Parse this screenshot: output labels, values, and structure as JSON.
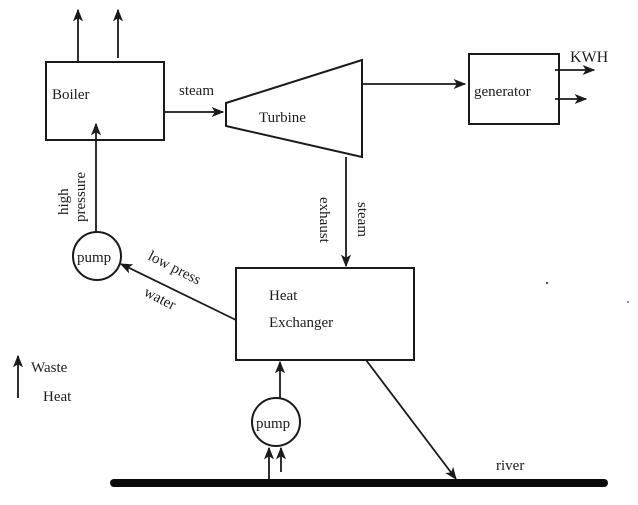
{
  "diagram": {
    "title": "",
    "nodes": {
      "boiler": {
        "label": "Boiler"
      },
      "turbine": {
        "label": "Turbine"
      },
      "generator": {
        "label": "generator"
      },
      "heat_exchanger": {
        "label_line1": "Heat",
        "label_line2": "Exchanger"
      },
      "pump_high": {
        "label": "pump"
      },
      "pump_river": {
        "label": "pump"
      },
      "river": {
        "label": "river"
      }
    },
    "edge_labels": {
      "boiler_to_turbine": "steam",
      "generator_output": "KWH",
      "exhaust_line1": "exhaust",
      "exhaust_line2": "steam",
      "high_pressure_line1": "high",
      "high_pressure_line2": "pressure",
      "low_press_line1": "low press",
      "low_press_line2": "water"
    },
    "legend": {
      "waste_heat_line1": "Waste",
      "waste_heat_line2": "Heat"
    },
    "edges": [
      {
        "from": "boiler",
        "to": "turbine",
        "label": "steam"
      },
      {
        "from": "turbine",
        "to": "generator",
        "label": ""
      },
      {
        "from": "generator",
        "to": "output",
        "label": "KWH"
      },
      {
        "from": "turbine",
        "to": "heat_exchanger",
        "label": "exhaust steam"
      },
      {
        "from": "heat_exchanger",
        "to": "pump_high",
        "label": "low press water"
      },
      {
        "from": "pump_high",
        "to": "boiler",
        "label": "high pressure"
      },
      {
        "from": "river",
        "to": "pump_river",
        "label": ""
      },
      {
        "from": "pump_river",
        "to": "heat_exchanger",
        "label": ""
      },
      {
        "from": "heat_exchanger",
        "to": "river",
        "label": ""
      },
      {
        "from": "boiler",
        "to": "atmosphere",
        "label": "waste heat"
      }
    ]
  }
}
